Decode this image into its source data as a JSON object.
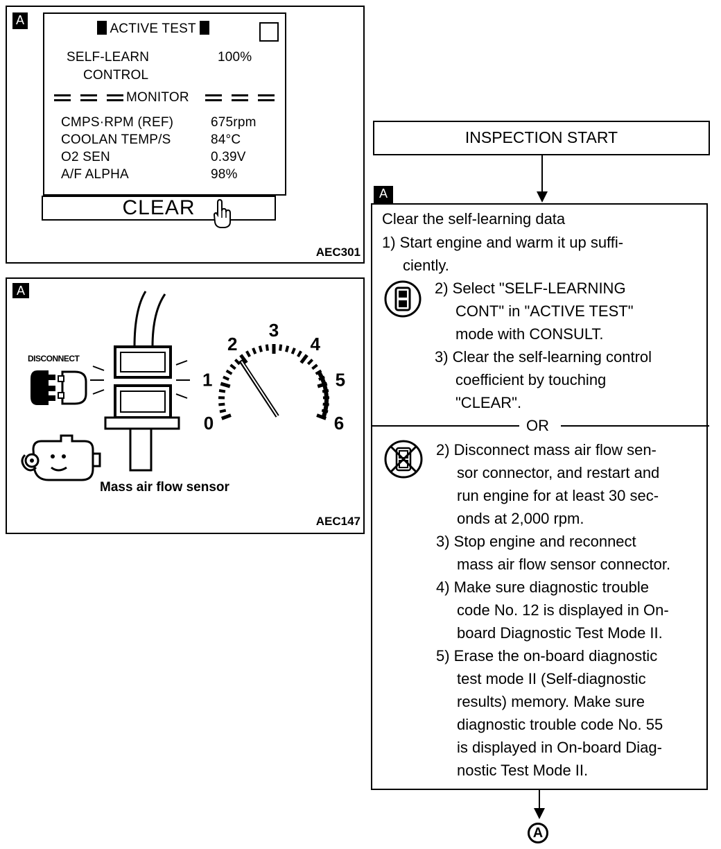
{
  "figure_consult": {
    "tag": "A",
    "screen_title": "ACTIVE TEST",
    "item_label_line1": "SELF-LEARN",
    "item_label_line2": "CONTROL",
    "item_value": "100%",
    "monitor_label": "MONITOR",
    "monitor_rows": [
      {
        "label": "CMPS·RPM (REF)",
        "value": "675rpm"
      },
      {
        "label": "COOLAN TEMP/S",
        "value": "84°C"
      },
      {
        "label": "O2 SEN",
        "value": "0.39V"
      },
      {
        "label": "A/F ALPHA",
        "value": "98%"
      }
    ],
    "clear_button": "CLEAR",
    "code": "AEC301"
  },
  "figure_sensor": {
    "tag": "A",
    "disconnect_label": "DISCONNECT",
    "gauge_numbers": [
      "0",
      "1",
      "2",
      "3",
      "4",
      "5",
      "6"
    ],
    "sensor_caption": "Mass air flow sensor",
    "code": "AEC147"
  },
  "flow": {
    "start": "INSPECTION START",
    "tag": "A",
    "heading": "Clear the self-learning data",
    "step1_line1": "1) Start engine and warm it up suffi-",
    "step1_line2": "ciently.",
    "consult_steps": [
      "2) Select \"SELF-LEARNING",
      "CONT\" in \"ACTIVE TEST\"",
      "mode with CONSULT.",
      "3) Clear the self-learning control",
      "coefficient by touching",
      "\"CLEAR\"."
    ],
    "or_label": "OR",
    "manual_steps": [
      "2) Disconnect mass air flow sen-",
      "sor connector, and restart and",
      "run engine for at least 30 sec-",
      "onds at 2,000 rpm.",
      "3) Stop engine and reconnect",
      "mass air flow sensor connector.",
      "4) Make sure diagnostic trouble",
      "code No. 12 is displayed in On-",
      "board Diagnostic Test Mode II.",
      "5) Erase the on-board diagnostic",
      "test mode II (Self-diagnostic",
      "results) memory. Make sure",
      "diagnostic trouble code No. 55",
      "is displayed in On-board Diag-",
      "nostic Test Mode II."
    ],
    "connector": "A"
  }
}
